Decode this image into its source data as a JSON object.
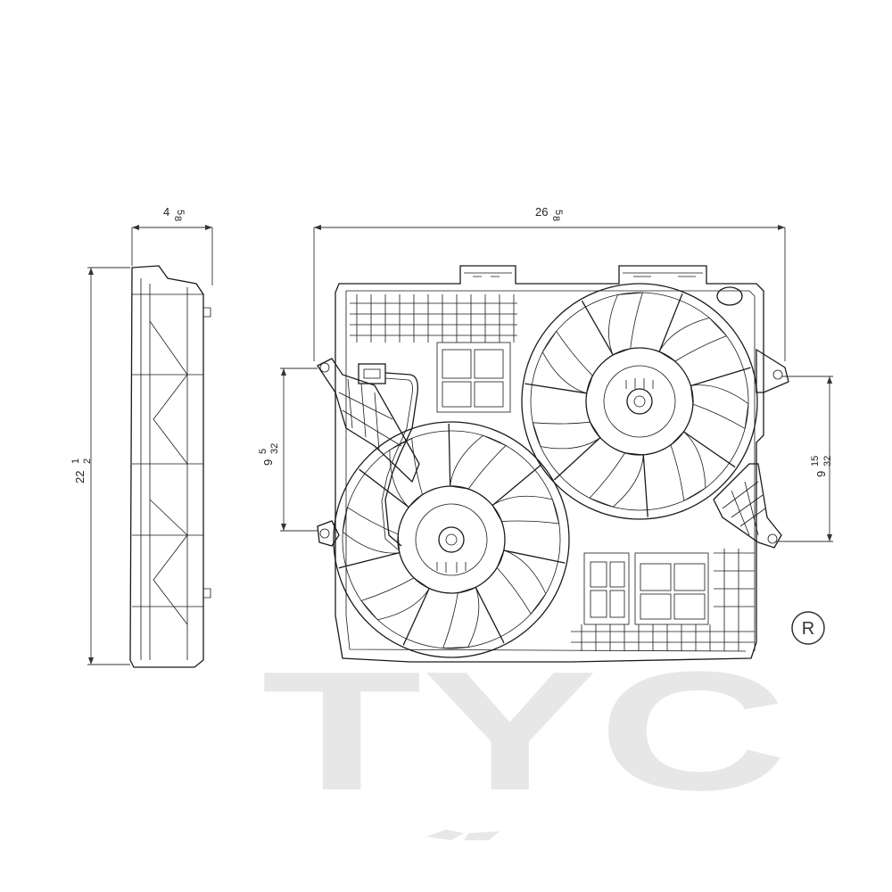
{
  "dimensions": {
    "depth": {
      "whole": "4",
      "num": "5",
      "den": "8"
    },
    "width": {
      "whole": "26",
      "num": "5",
      "den": "8"
    },
    "height": {
      "whole": "22",
      "num": "1",
      "den": "2"
    },
    "left_fan_offset": {
      "whole": "9",
      "num": "5",
      "den": "32"
    },
    "right_fan_offset": {
      "whole": "9",
      "num": "15",
      "den": "32"
    }
  },
  "watermark": {
    "brand": "TYC",
    "registered": "R",
    "color": "#e3e3e3"
  },
  "colors": {
    "line": "#1a1a1a",
    "background": "#ffffff"
  }
}
